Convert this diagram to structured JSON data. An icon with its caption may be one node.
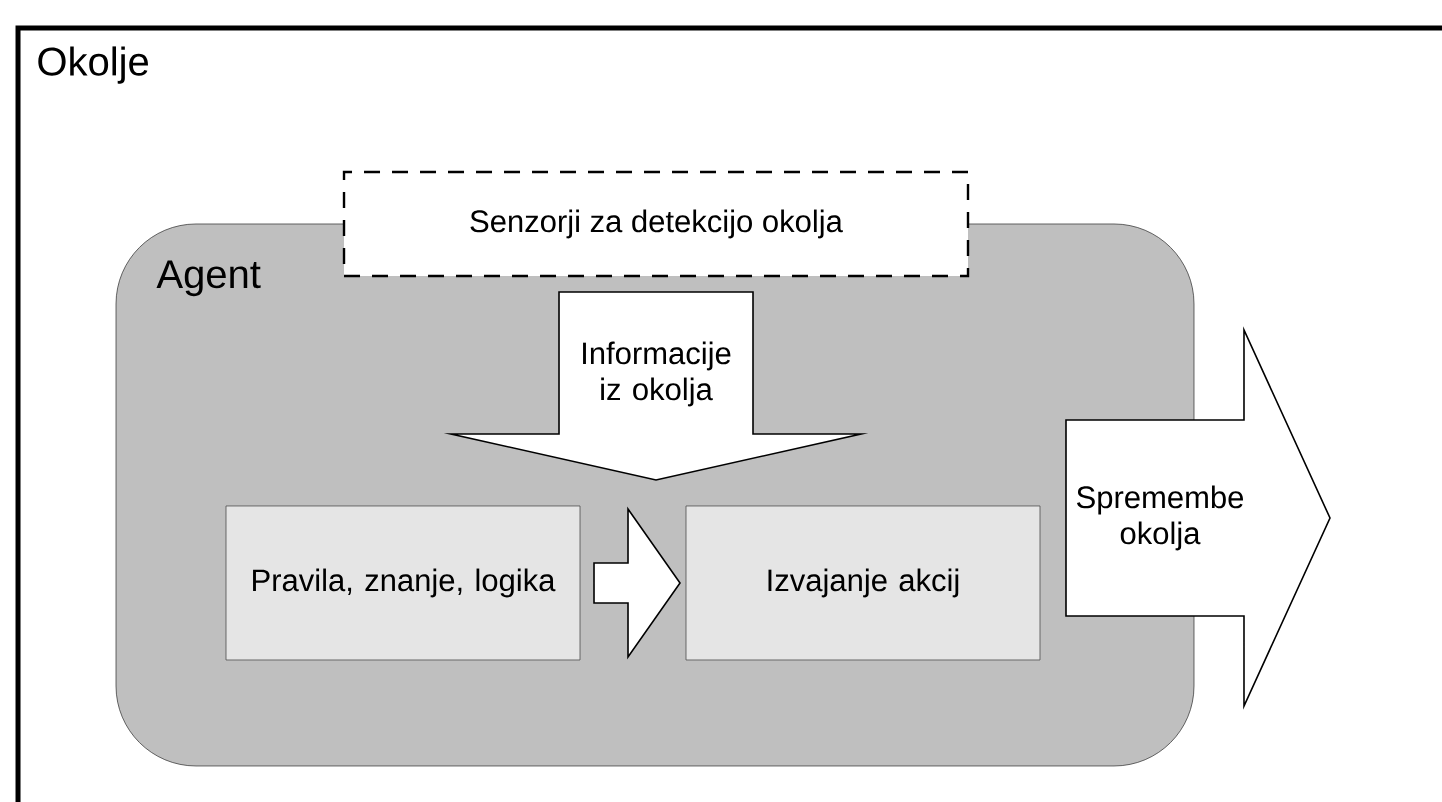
{
  "diagram": {
    "nodes": [
      {
        "text": [
          "Okolje"
        ]
      },
      {
        "text": [
          "Agent"
        ],
        "in": 0
      },
      {
        "text": [
          "Senzorji za detekcijo okolja"
        ],
        "in": 0
      },
      {
        "text": [
          "Pravila, znanje, logika"
        ],
        "in": 1
      },
      {
        "text": [
          "Izvajanje akcij"
        ],
        "in": 1
      }
    ],
    "edges": [
      {
        "from": 2,
        "to": null,
        "arrow": "to",
        "label": "Informacije iz okolja"
      },
      {
        "from": 3,
        "to": 4,
        "arrow": "to"
      },
      {
        "from": 4,
        "to": null,
        "arrow": "to",
        "label": "Spremembe okolja"
      }
    ]
  }
}
